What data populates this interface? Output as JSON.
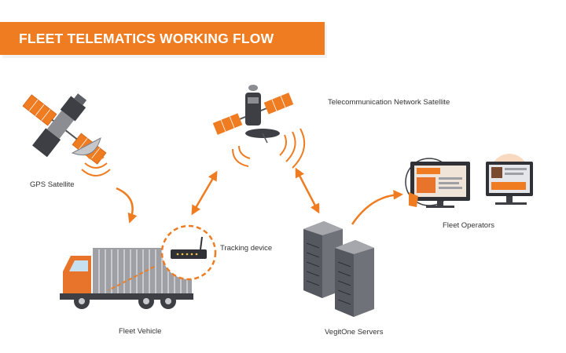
{
  "title": "FLEET TELEMATICS WORKING FLOW CHART",
  "nodes": {
    "gps_satellite": "GPS Satellite",
    "telecom_satellite": "Telecommunication Network Satellite",
    "tracking_device": "Tracking device",
    "fleet_vehicle": "Fleet Vehicle",
    "servers": "VegitOne Servers",
    "fleet_operators": "Fleet Operators"
  },
  "colors": {
    "accent": "#f07c22",
    "dark": "#3d3f44",
    "grey": "#8b8d92"
  }
}
